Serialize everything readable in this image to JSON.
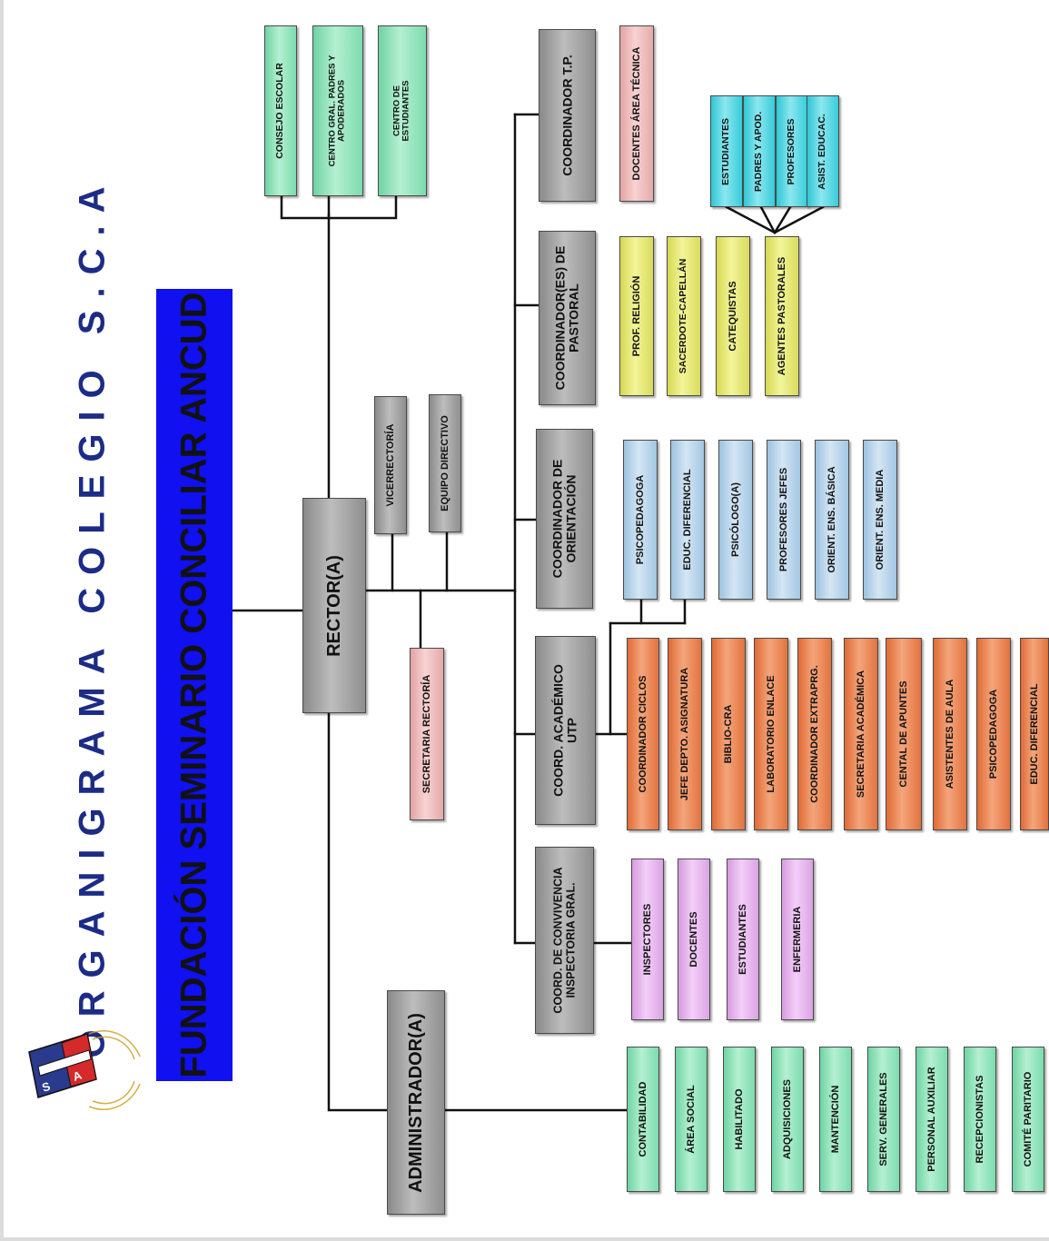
{
  "title": "ORGANIGRAMA COLEGIO S.C.A",
  "banner": "FUNDACIÓN SEMINARIO CONCILIAR ANCUD",
  "logo": {
    "left_letter": "S",
    "right_letter": "A"
  },
  "colors": {
    "title": "#1c2c86",
    "banner": "#1010f0"
  },
  "boxes": {
    "consejo": "CONSEJO ESCOLAR",
    "centro_padres": "CENTRO GRAL. PADRES Y APODERADOS",
    "centro_estudiantes": "CENTRO DE ESTUDIANTES",
    "rector": "RECTOR(A)",
    "vicerrectoria": "VICERRECTORÍA",
    "equipo_directivo": "EQUIPO DIRECTIVO",
    "secretaria_rectoria": "SECRETARIA RECTORÍA",
    "administrador": "ADMINISTRADOR(A)",
    "coord_tp": "COORDINADOR T.P.",
    "docentes_tecnica": "DOCENTES ÁREA TÉCNICA",
    "coord_pastoral": "COORDINADOR(ES) DE PASTORAL",
    "prof_religion": "PROF. RELIGIÓN",
    "sacerdote": "SACERDOTE-CAPELLÁN",
    "catequistas": "CATEQUISTAS",
    "agentes_pastorales": "AGENTES PASTORALES",
    "estudiantes_cyan": "ESTUDIANTES",
    "padres_apod": "PADRES Y APOD.",
    "profesores": "PROFESORES",
    "asist_educac": "ASIST. EDUCAC.",
    "coord_orientacion": "COORDINADOR DE ORIENTACIÓN",
    "psicopedagoga_blue": "PSICOPEDAGOGA",
    "educ_dif_blue": "EDUC. DIFERENCIAL",
    "psicologo": "PSICÓLOGO(A)",
    "profesores_jefes": "PROFESORES JEFES",
    "orient_basica": "ORIENT. ENS. BÁSICA",
    "orient_media": "ORIENT. ENS. MEDIA",
    "coord_academico": "COORD. ACADÉMICO UTP",
    "coordinador_ciclos": "COORDINADOR CICLOS",
    "jefe_depto": "JEFE DEPTO. ASIGNATURA",
    "biblio_cra": "BIBLIO-CRA",
    "laboratorio": "LABORATORIO ENLACE",
    "coord_extraprg": "COORDINADOR EXTRAPRG.",
    "secretaria_academica": "SECRETARIA ACADÉMICA",
    "central_apuntes": "CENTAL DE APUNTES",
    "asistentes_aula": "ASISTENTES DE AULA",
    "psicopedagoga_orange": "PSICOPEDAGOGA",
    "educ_dif_orange": "EDUC. DIFERENCIAL",
    "coord_convivencia": "COORD. DE CONVIVENCIA INSPECTORIA GRAL.",
    "inspectores": "INSPECTORES",
    "docentes": "DOCENTES",
    "estudiantes_violet": "ESTUDIANTES",
    "enfermeria": "ENFERMERIA",
    "contabilidad": "CONTABILIDAD",
    "area_social": "ÁREA SOCIAL",
    "habilitado": "HABILITADO",
    "adquisiciones": "ADQUISICIONES",
    "mantencion": "MANTENCIÓN",
    "serv_generales": "SERV. GENERALES",
    "personal_auxiliar": "PERSONAL AUXILIAR",
    "recepcionistas": "RECEPCIONISTAS",
    "comite_paritario": "COMITÉ PARITARIO"
  }
}
